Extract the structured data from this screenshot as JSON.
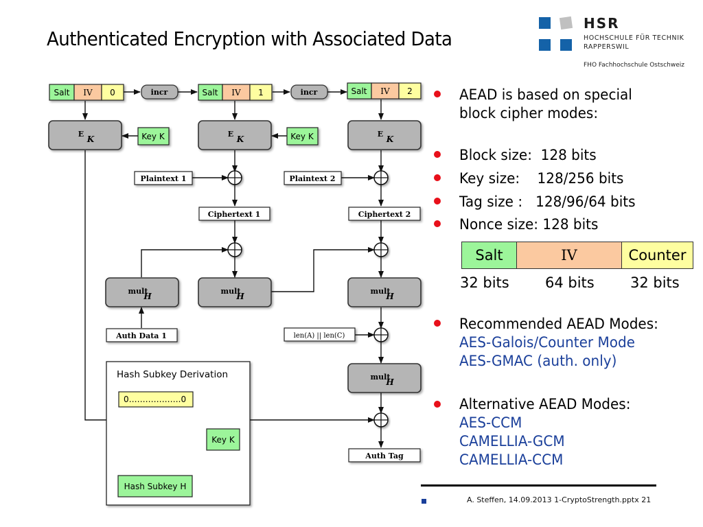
{
  "slide": {
    "title": "Authenticated Encryption with Associated Data"
  },
  "logo": {
    "name": "HSR",
    "line1": "HOCHSCHULE FÜR TECHNIK",
    "line2": "RAPPERSWIL",
    "line3": "FHO Fachhochschule Ostschweiz",
    "colors": {
      "blue": "#1462a8",
      "grey": "#c0c0c0"
    }
  },
  "diagram": {
    "counter_blocks": [
      {
        "salt": "Salt",
        "iv": "IV",
        "counter": "0"
      },
      {
        "salt": "Salt",
        "iv": "IV",
        "counter": "1"
      },
      {
        "salt": "Salt",
        "iv": "IV",
        "counter": "2"
      }
    ],
    "incr_label": "incr",
    "cipher_label": "E",
    "cipher_sub": "K",
    "key_label": "Key K",
    "plaintexts": [
      "Plaintext 1",
      "Plaintext 2"
    ],
    "ciphertexts": [
      "Ciphertext 1",
      "Ciphertext 2"
    ],
    "mult_label": "mult",
    "mult_sub": "H",
    "auth_data": "Auth Data 1",
    "len_label": "len(A) || len(C)",
    "auth_tag": "Auth Tag",
    "hash_subkey": {
      "title": "Hash Subkey Derivation",
      "zero_block": "0……………….0",
      "key_label": "Key K",
      "output": "Hash Subkey H"
    },
    "colors": {
      "salt": "#9cf59a",
      "iv": "#fbc9a0",
      "counter": "#fefea0",
      "block": "#b5b5b5",
      "key": "#9cf59a"
    }
  },
  "content": {
    "bullet1": [
      "AEAD is based on special",
      "block cipher modes:"
    ],
    "specs": [
      "Block size:  128 bits",
      "Key size:    128/256 bits",
      "Tag size :   128/96/64 bits",
      "Nonce size: 128 bits"
    ],
    "nonce_table": {
      "fields": [
        "Salt",
        "IV",
        "Counter"
      ],
      "bits": [
        "32 bits",
        "64 bits",
        "32 bits"
      ]
    },
    "recommended": {
      "heading": "Recommended AEAD Modes:",
      "items": [
        "AES-Galois/Counter Mode",
        "AES-GMAC (auth. only)"
      ]
    },
    "alternative": {
      "heading": "Alternative AEAD Modes:",
      "items": [
        "AES-CCM",
        "CAMELLIA-GCM",
        "CAMELLIA-CCM"
      ]
    },
    "bullet_color": "#e8101a",
    "link_color": "#1a3f9a"
  },
  "footer": {
    "text": "A. Steffen, 14.09.2013 1-CryptoStrength.pptx 21"
  }
}
